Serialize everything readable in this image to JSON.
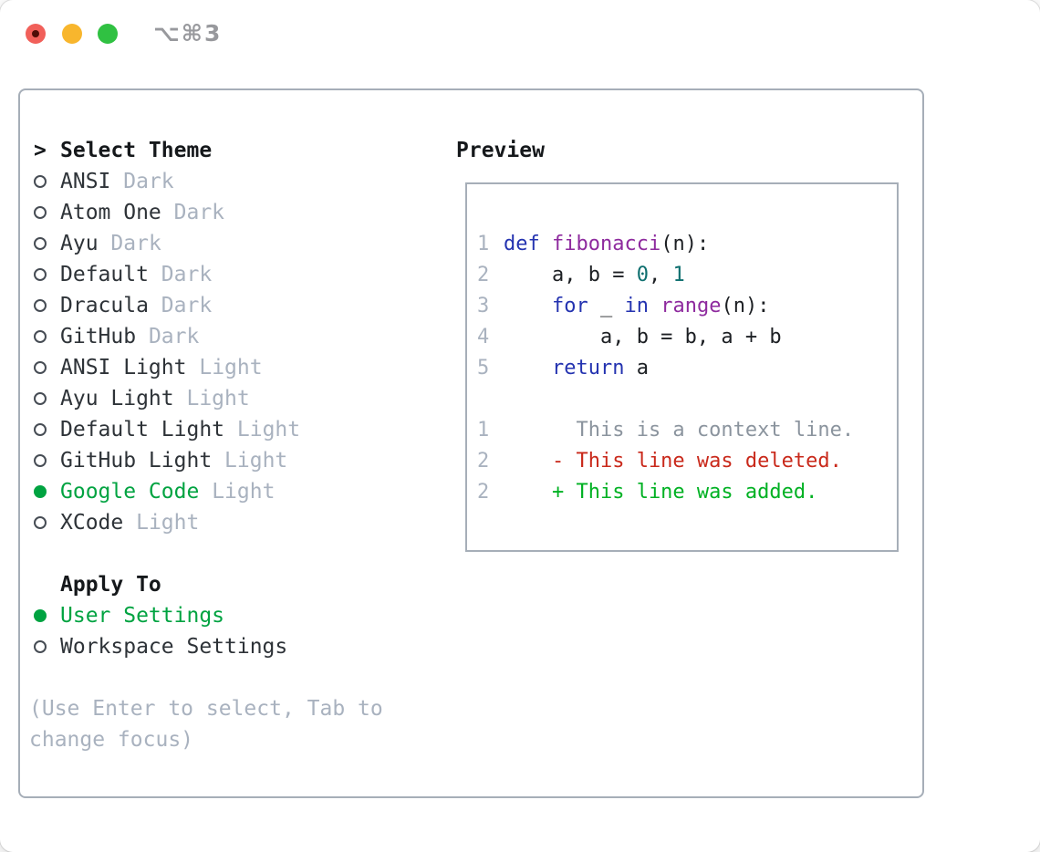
{
  "window": {
    "title": "⌥⌘3",
    "controls": [
      {
        "name": "close",
        "color": "#f1605a",
        "dot": "#4e0d07"
      },
      {
        "name": "minimize",
        "color": "#f8b62d"
      },
      {
        "name": "zoom",
        "color": "#30c142"
      }
    ]
  },
  "colors": {
    "panel-border": "#a6aeb8",
    "text-dark": "#2e3338",
    "text-heading": "#15181b",
    "text-muted": "#a9b2bf",
    "accent-green": "#00a341",
    "syntax-keyword": "#2433b0",
    "syntax-function": "#8e2a9e",
    "syntax-number": "#0e6f6f",
    "diff-context": "#8b949e",
    "diff-deleted": "#c9291b",
    "diff-added": "#00b123",
    "line-number": "#a9b2bf"
  },
  "theme_selector": {
    "prompt": ">",
    "heading": "Select Theme",
    "items": [
      {
        "name": "ANSI",
        "variant": "Dark",
        "selected": false
      },
      {
        "name": "Atom One",
        "variant": "Dark",
        "selected": false
      },
      {
        "name": "Ayu",
        "variant": "Dark",
        "selected": false
      },
      {
        "name": "Default",
        "variant": "Dark",
        "selected": false
      },
      {
        "name": "Dracula",
        "variant": "Dark",
        "selected": false
      },
      {
        "name": "GitHub",
        "variant": "Dark",
        "selected": false
      },
      {
        "name": "ANSI Light",
        "variant": "Light",
        "selected": false
      },
      {
        "name": "Ayu Light",
        "variant": "Light",
        "selected": false
      },
      {
        "name": "Default Light",
        "variant": "Light",
        "selected": false
      },
      {
        "name": "GitHub Light",
        "variant": "Light",
        "selected": false
      },
      {
        "name": "Google Code",
        "variant": "Light",
        "selected": true
      },
      {
        "name": "XCode",
        "variant": "Light",
        "selected": false
      }
    ],
    "apply_to": {
      "heading": "Apply To",
      "options": [
        {
          "name": "User Settings",
          "selected": true
        },
        {
          "name": "Workspace Settings",
          "selected": false
        }
      ]
    },
    "help_lines": [
      "(Use Enter to select, Tab to",
      "change focus)"
    ]
  },
  "preview": {
    "heading": "Preview",
    "code_lines": [
      {
        "num": "1",
        "segments": [
          [
            "keyword",
            "def"
          ],
          [
            "plain",
            " "
          ],
          [
            "function",
            "fibonacci"
          ],
          [
            "plain",
            "(n):"
          ]
        ]
      },
      {
        "num": "2",
        "segments": [
          [
            "plain",
            "    a, b = "
          ],
          [
            "number",
            "0"
          ],
          [
            "plain",
            ", "
          ],
          [
            "number",
            "1"
          ]
        ]
      },
      {
        "num": "3",
        "segments": [
          [
            "plain",
            "    "
          ],
          [
            "keyword",
            "for"
          ],
          [
            "plain",
            " _ "
          ],
          [
            "keyword",
            "in"
          ],
          [
            "plain",
            " "
          ],
          [
            "function",
            "range"
          ],
          [
            "plain",
            "(n):"
          ]
        ]
      },
      {
        "num": "4",
        "segments": [
          [
            "plain",
            "        a, b = b, a + b"
          ]
        ]
      },
      {
        "num": "5",
        "segments": [
          [
            "plain",
            "    "
          ],
          [
            "keyword",
            "return"
          ],
          [
            "plain",
            " a"
          ]
        ]
      }
    ],
    "diff_lines": [
      {
        "num": "1",
        "kind": "context",
        "text": "      This is a context line."
      },
      {
        "num": "2",
        "kind": "deleted",
        "text": "    - This line was deleted."
      },
      {
        "num": "2",
        "kind": "added",
        "text": "    + This line was added."
      }
    ]
  }
}
